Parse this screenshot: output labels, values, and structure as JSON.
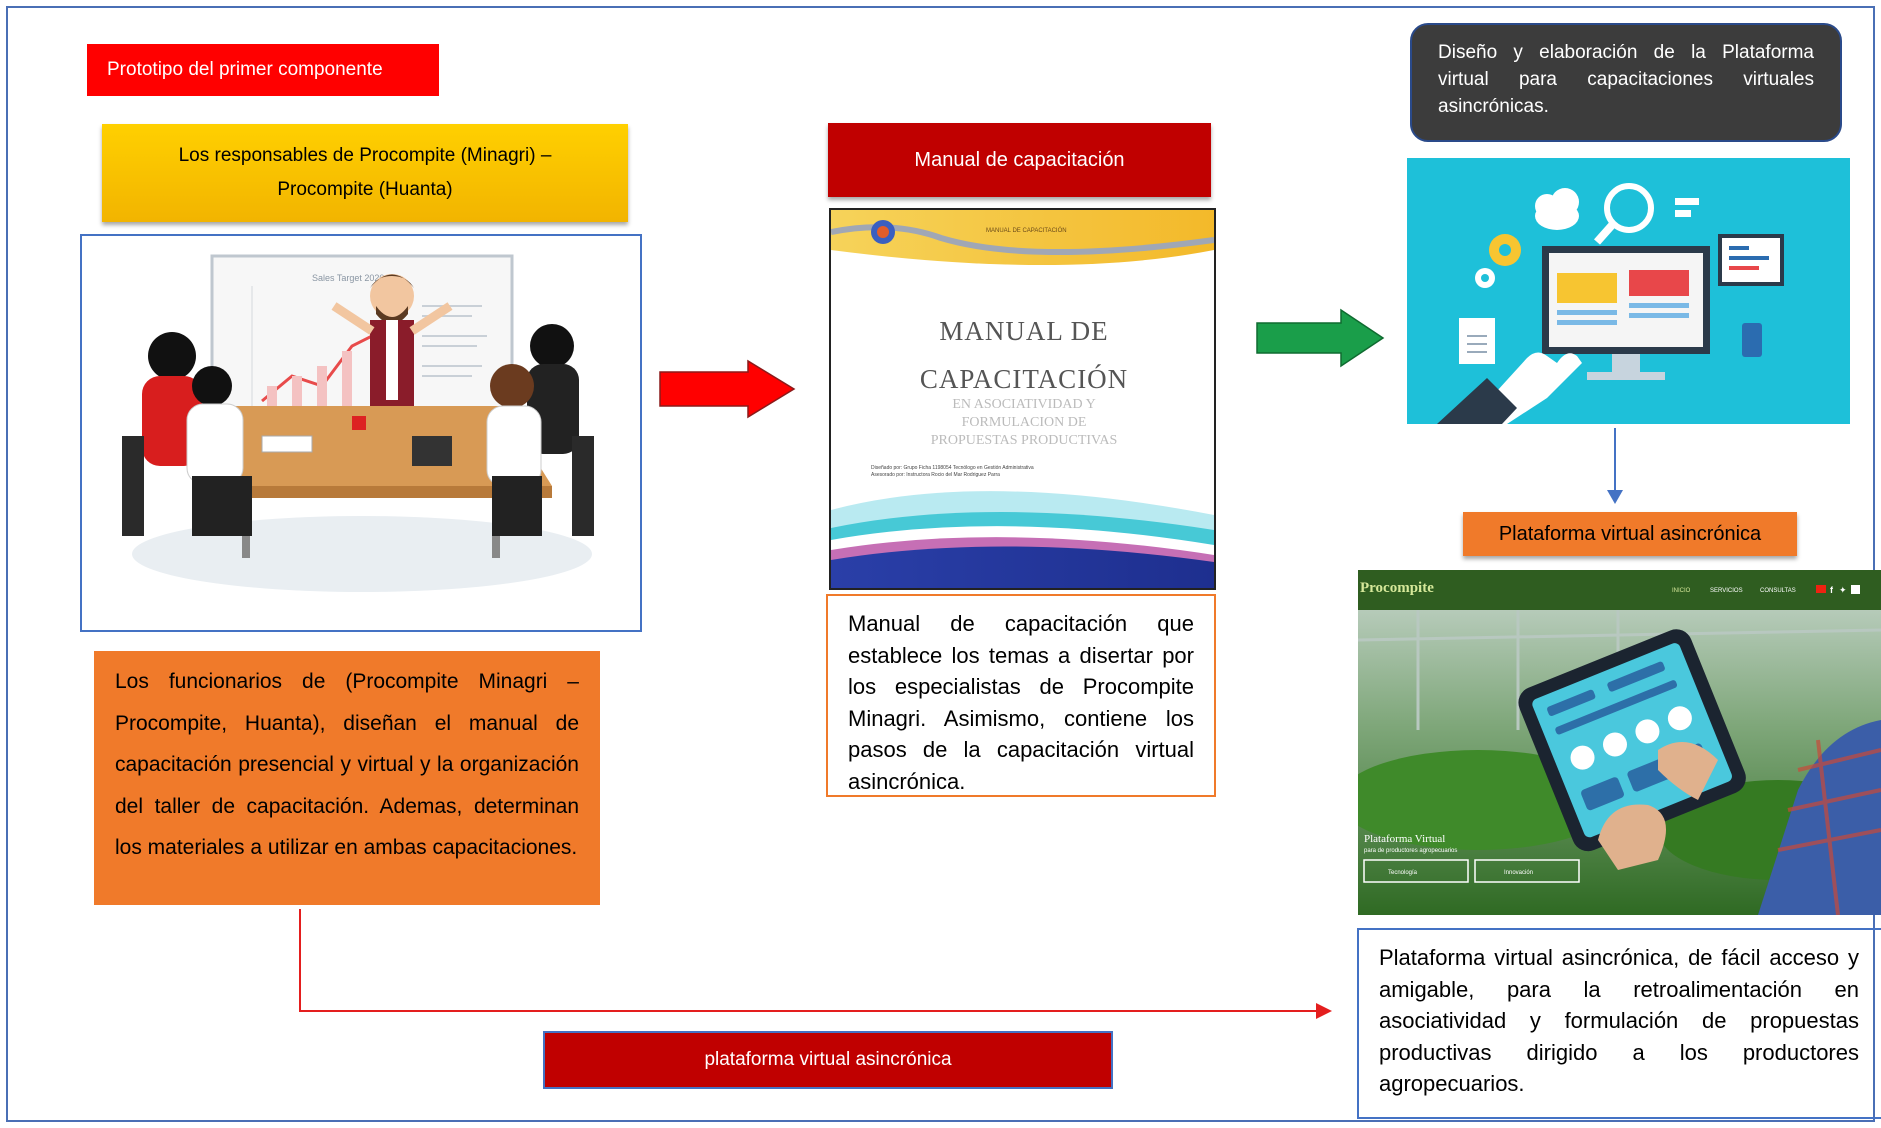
{
  "prototype_label": "Prototipo del primer componente",
  "responsables_label": "Los responsables de Procompite (Minagri) – Procompite (Huanta)",
  "meeting_image": {
    "board_text": "Sales Target 2020"
  },
  "funcionarios_text": "Los funcionarios de (Procompite Minagri – Procompite, Huanta), diseñan el manual de capacitación presencial y virtual y la organización del taller de capacitación. Ademas, determinan los materiales a utilizar en ambas capacitaciones.",
  "manual_label": "Manual de capacitación",
  "manual_cover": {
    "header_small": "MANUAL DE CAPACITACIÓN",
    "title_line1": "MANUAL DE",
    "title_line2": "CAPACITACIÓN",
    "subtitle_line1": "EN ASOCIATIVIDAD Y",
    "subtitle_line2": "FORMULACION DE",
    "subtitle_line3": "PROPUESTAS PRODUCTIVAS",
    "credits_line1": "Diseñado por: Grupo Ficha 1198054 Tecnólogo en Gestión Administrativa",
    "credits_line2": "Asesorado por: Instructora Rocio del Mar Rodriguez Parra"
  },
  "manual_description": "Manual de capacitación que establece los temas a disertar por los especialistas de Procompite Minagri. Asimismo, contiene los pasos de la capacitación virtual asincrónica.",
  "diseno_label": "Diseño y elaboración de la Plataforma virtual para capacitaciones virtuales asincrónicas.",
  "plataforma_label": "Plataforma virtual asincrónica",
  "website": {
    "brand": "Procompite",
    "nav_items": [
      "INICIO",
      "SERVICIOS",
      "CONSULTAS"
    ],
    "hero_title": "Plataforma Virtual",
    "hero_subtitle": "para de productores agropecuarios",
    "button1": "Tecnología",
    "button2": "Innovación"
  },
  "plataforma_description": "Plataforma virtual asincrónica, de fácil acceso y amigable, para la retroalimentación en asociatividad y formulación de propuestas productivas dirigido a los productores agropecuarios.",
  "bottom_label": "plataforma virtual asincrónica",
  "colors": {
    "red": "#ff0000",
    "dark_red": "#c00000",
    "orange": "#f07a2a",
    "yellow": "#ffc000",
    "green_arrow": "#1a9e4a",
    "blue_border": "#4472c4",
    "teal": "#1ec0d9"
  }
}
